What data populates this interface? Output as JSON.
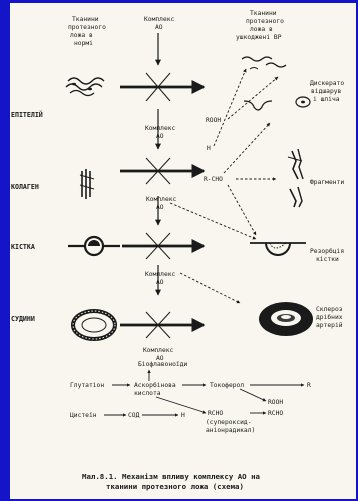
{
  "header": {
    "left_title": [
      "Тканини",
      "протезного",
      "ложа в",
      "нормі"
    ],
    "center_title": [
      "Комплекс",
      "АО"
    ],
    "right_title": [
      "Тканини",
      "протезного",
      "ложа в",
      "ушкоджені ВР"
    ]
  },
  "tissues": [
    {
      "label": "ЕПІТЕЛІЙ"
    },
    {
      "label": "КОЛАГЕН"
    },
    {
      "label": "КІСТКА"
    },
    {
      "label": "СУДИНИ"
    }
  ],
  "complex_labels": [
    [
      "Комплекс",
      "АО"
    ],
    [
      "Комплекс",
      "АО"
    ],
    [
      "Комплекс",
      "АО"
    ],
    [
      "Комплекс",
      "АО"
    ]
  ],
  "radicals": {
    "h": "H",
    "rooh": "ROOH",
    "rcho": "R-CHO"
  },
  "outcomes": [
    {
      "label": [
        "Дискерато",
        "відшарув",
        "і шліча"
      ]
    },
    {
      "label": [
        "Фрагменти"
      ]
    },
    {
      "label": [
        "Резорбція",
        "кістки"
      ]
    },
    {
      "label": [
        "Склероз",
        "дрібних",
        "артерій"
      ]
    }
  ],
  "scheme": {
    "bioflavonoids": "Біофлавоноїди",
    "glutathione": "Глутатіон",
    "ascorbic": [
      "Аскорбінова",
      "кислота"
    ],
    "tocopherol": "Токоферол",
    "r": "R",
    "rooh": "ROOH",
    "rcho": "RCHO",
    "cysteine": "Цистеїн",
    "sod": "СОД",
    "h": "H",
    "superoxide": [
      "(супероксид-",
      "аніонрадикал)"
    ]
  },
  "caption": [
    "Мал.8.1. Механізм впливу комплексу АО на",
    "тканини протезного ложа (схема)"
  ]
}
